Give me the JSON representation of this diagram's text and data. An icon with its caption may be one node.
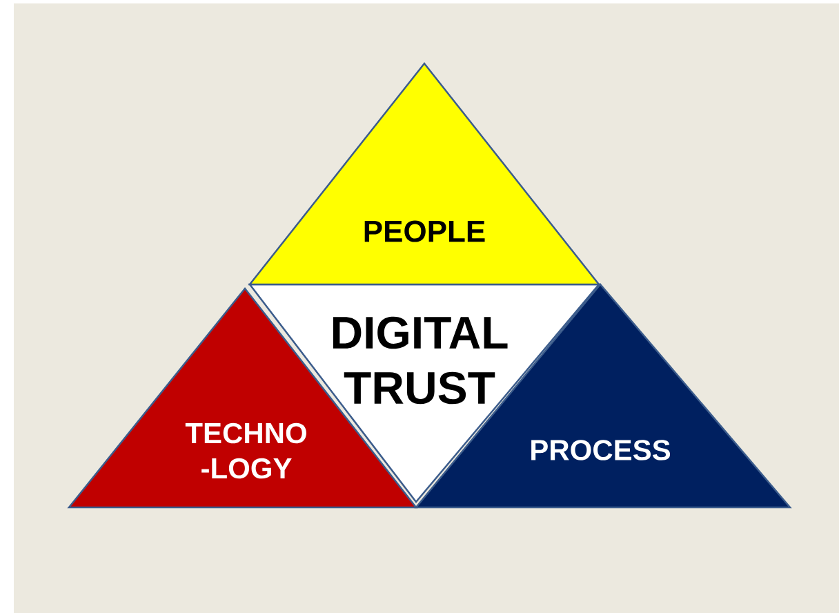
{
  "diagram": {
    "nodes": [
      {
        "text": [
          "PEOPLE"
        ]
      },
      {
        "text": [
          "DIGITAL TRUST"
        ]
      },
      {
        "text": [
          "TECHNO -LOGY"
        ]
      },
      {
        "text": [
          "PROCESS"
        ]
      }
    ]
  }
}
